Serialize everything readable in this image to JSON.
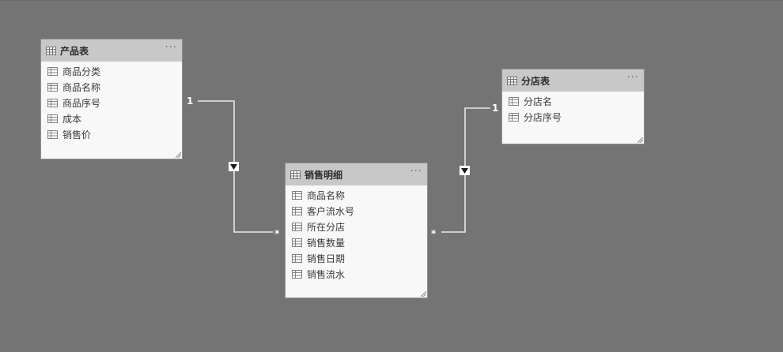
{
  "tables": [
    {
      "title": "产品表",
      "fields": [
        "商品分类",
        "商品名称",
        "商品序号",
        "成本",
        "销售价"
      ]
    },
    {
      "title": "分店表",
      "fields": [
        "分店名",
        "分店序号"
      ]
    },
    {
      "title": "销售明细",
      "fields": [
        "商品名称",
        "客户流水号",
        "所在分店",
        "销售数量",
        "销售日期",
        "销售流水"
      ]
    }
  ],
  "relationships": [
    {
      "from_table": "产品表",
      "to_table": "销售明细",
      "from_cardinality": "1",
      "to_cardinality": "*"
    },
    {
      "from_table": "分店表",
      "to_table": "销售明细",
      "from_cardinality": "1",
      "to_cardinality": "*"
    }
  ],
  "more_menu_glyph": "···",
  "colors": {
    "canvas_bg": "#747474",
    "card_header_bg": "#c8c8c8",
    "card_body_bg": "#f8f8f8",
    "connector": "#ffffff"
  }
}
